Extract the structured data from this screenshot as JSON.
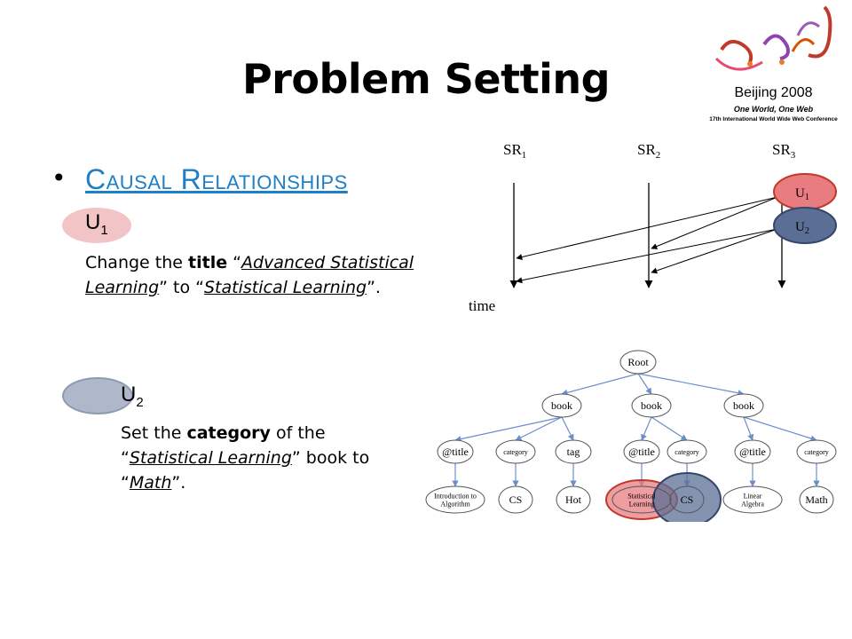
{
  "slide": {
    "title": "Problem Setting"
  },
  "logo": {
    "line1": "Beijing 2008",
    "line2": "One World, One Web",
    "line3": "17th International World Wide Web Conference"
  },
  "bullet": {
    "heading": "Causal Relationships",
    "u1": {
      "label": "U",
      "sub": "1"
    },
    "u2": {
      "label": "U",
      "sub": "2"
    },
    "desc1": {
      "p1": "Change the ",
      "bold": "title",
      "p2": " “",
      "old_title": "Advanced Statistical Learning",
      "p3": "” to “",
      "new_title": "Statistical Learning",
      "p4": "”."
    },
    "desc2": {
      "p1": "Set the ",
      "bold": "category",
      "p2": " of the “",
      "book": "Statistical Learning",
      "p3": "” book to “",
      "cat": "Math",
      "p4": "”."
    }
  },
  "timeline": {
    "lanes": [
      {
        "label": "SR",
        "sub": "1"
      },
      {
        "label": "SR",
        "sub": "2"
      },
      {
        "label": "SR",
        "sub": "3"
      }
    ],
    "axis_label": "time",
    "u1": {
      "label": "U",
      "sub": "1"
    },
    "u2": {
      "label": "U",
      "sub": "2"
    }
  },
  "tree": {
    "root": "Root",
    "books": [
      "book",
      "book",
      "book"
    ],
    "attrs": [
      "@title",
      "category",
      "tag",
      "@title",
      "category",
      "@title",
      "category"
    ],
    "values": [
      [
        "Introduction to",
        "Algorithm"
      ],
      [
        "CS"
      ],
      [
        "Hot"
      ],
      [
        "Statistical",
        "Learning"
      ],
      [
        "CS"
      ],
      [
        "Linear",
        "Algebra"
      ],
      [
        "Math"
      ]
    ]
  },
  "colors": {
    "heading": "#1f7fc6",
    "u1_fill": "#e87c80",
    "u2_fill": "#5b6f95",
    "tree_edge": "#6a8fcb"
  }
}
